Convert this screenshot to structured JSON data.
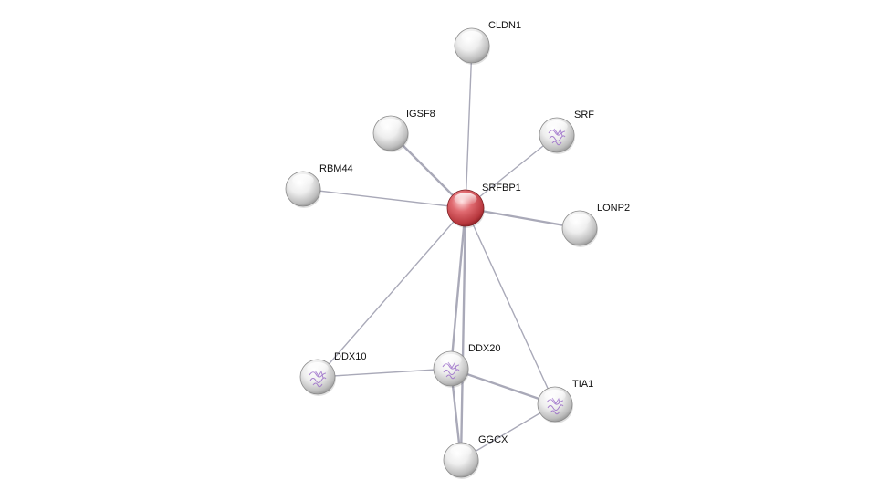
{
  "network": {
    "colors": {
      "query_node": "#d9585e",
      "neighbor_node": "#d9d9d9",
      "edge": "#a9a9b8",
      "structure": "#9a6cc8",
      "label": "#111111"
    },
    "nodes": [
      {
        "id": "SRFBP1",
        "label": "SRFBP1",
        "query": true,
        "structure": false
      },
      {
        "id": "CLDN1",
        "label": "CLDN1",
        "query": false,
        "structure": false
      },
      {
        "id": "IGSF8",
        "label": "IGSF8",
        "query": false,
        "structure": false
      },
      {
        "id": "SRF",
        "label": "SRF",
        "query": false,
        "structure": true
      },
      {
        "id": "RBM44",
        "label": "RBM44",
        "query": false,
        "structure": false
      },
      {
        "id": "LONP2",
        "label": "LONP2",
        "query": false,
        "structure": false
      },
      {
        "id": "DDX10",
        "label": "DDX10",
        "query": false,
        "structure": true
      },
      {
        "id": "DDX20",
        "label": "DDX20",
        "query": false,
        "structure": true
      },
      {
        "id": "TIA1",
        "label": "TIA1",
        "query": false,
        "structure": true
      },
      {
        "id": "GGCX",
        "label": "GGCX",
        "query": false,
        "structure": false
      }
    ],
    "edges": [
      {
        "source": "SRFBP1",
        "target": "CLDN1",
        "weight": 1
      },
      {
        "source": "SRFBP1",
        "target": "IGSF8",
        "weight": 2
      },
      {
        "source": "SRFBP1",
        "target": "SRF",
        "weight": 1
      },
      {
        "source": "SRFBP1",
        "target": "RBM44",
        "weight": 1
      },
      {
        "source": "SRFBP1",
        "target": "LONP2",
        "weight": 2
      },
      {
        "source": "SRFBP1",
        "target": "DDX10",
        "weight": 1
      },
      {
        "source": "SRFBP1",
        "target": "DDX20",
        "weight": 2
      },
      {
        "source": "SRFBP1",
        "target": "TIA1",
        "weight": 1
      },
      {
        "source": "SRFBP1",
        "target": "GGCX",
        "weight": 2
      },
      {
        "source": "DDX10",
        "target": "DDX20",
        "weight": 1
      },
      {
        "source": "DDX20",
        "target": "TIA1",
        "weight": 2
      },
      {
        "source": "DDX20",
        "target": "GGCX",
        "weight": 2
      },
      {
        "source": "TIA1",
        "target": "GGCX",
        "weight": 1
      }
    ]
  }
}
